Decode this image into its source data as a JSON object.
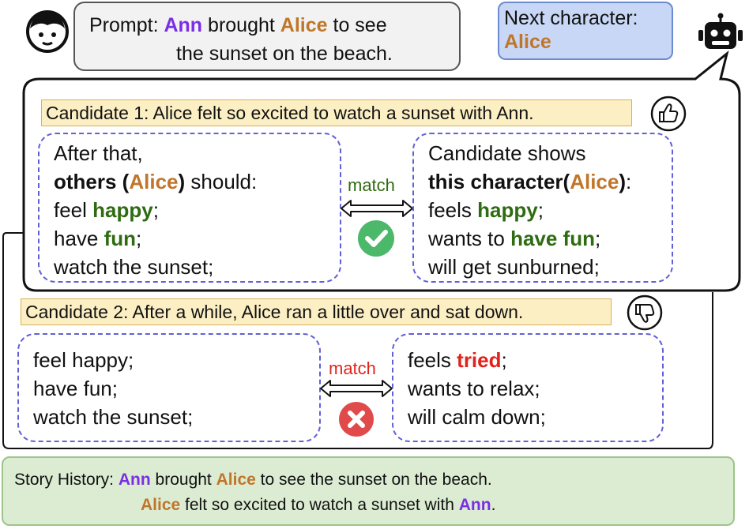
{
  "prompt": {
    "label": "Prompt:",
    "ann": "Ann",
    "brought": "brought",
    "alice": "Alice",
    "rest1": "to see",
    "rest2": "the sunset on the beach."
  },
  "next": {
    "label": "Next character:",
    "name": "Alice"
  },
  "candidate1": {
    "label": "Candidate 1: Alice felt so excited to watch a sunset with Ann.",
    "left": {
      "l1": "After that,",
      "others": "others (",
      "alice": "Alice",
      "close": ")",
      "should": " should:",
      "feel": "feel ",
      "happy": "happy",
      "semi1": ";",
      "have": "have ",
      "fun": "fun",
      "semi2": ";",
      "watch": "watch the sunset;"
    },
    "match": "match",
    "right": {
      "l1": "Candidate shows",
      "this": "this character(",
      "alice": "Alice",
      "close": ")",
      "colon": ":",
      "feels": "feels ",
      "happy": "happy",
      "semi1": ";",
      "wants": "wants to ",
      "havefun": "have fun",
      "semi2": ";",
      "sunburn": "will get sunburned;"
    }
  },
  "candidate2": {
    "label": "Candidate 2: After a while, Alice ran a little over and sat down.",
    "left": {
      "l1": "feel happy;",
      "l2": "have fun;",
      "l3": "watch the sunset;"
    },
    "match": "match",
    "right": {
      "feels": "feels ",
      "tried": "tried",
      "semi": ";",
      "l2": "wants to relax;",
      "l3": "will calm down;"
    }
  },
  "history": {
    "label": "Story History:",
    "ann": "Ann",
    "brought": "brought",
    "alice": "Alice",
    "rest": "to see the sunset on the beach.",
    "alice2": "Alice",
    "felt": "felt so excited to watch a sunset with",
    "ann2": "Ann",
    "period": "."
  },
  "colors": {
    "ann": "#7a2ee6",
    "alice": "#c0762a",
    "green": "#2e6b12",
    "red": "#e0241b",
    "check": "#4cb86a",
    "cross": "#e04a4a"
  }
}
